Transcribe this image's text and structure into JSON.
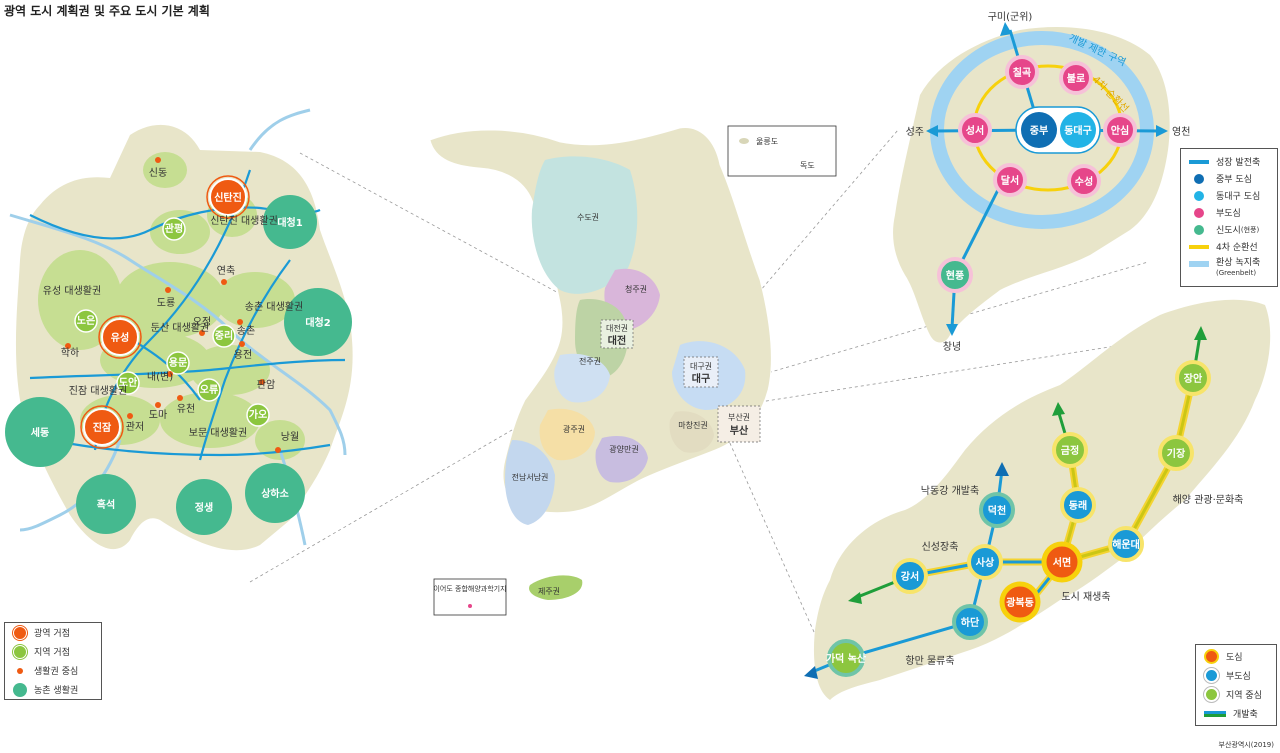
{
  "title": "광역 도시 계획권 및 주요 도시 기본 계획",
  "source": "부산광역시(2019)",
  "colors": {
    "land": "#e8e5c9",
    "green_zone": "#c6de92",
    "orange_node": "#ef5a12",
    "lime_node": "#8cc63f",
    "teal_node": "#45b98f",
    "axis_blue": "#1a9ad6",
    "ring_yellow": "#f7d10c",
    "greenbelt": "#9fd3f2",
    "pink_node": "#e6468a",
    "darkblue": "#0f6eb3",
    "green_axis": "#1f9e3a"
  },
  "daejeon": {
    "regional_hubs": [
      "신탄진",
      "유성",
      "진잠"
    ],
    "local_hubs": [
      "관평",
      "노은",
      "도안",
      "용문",
      "중리",
      "오류",
      "가오"
    ],
    "rural_areas": [
      "대청1",
      "대청2",
      "세동",
      "흑석",
      "정생",
      "상하소"
    ],
    "place_labels": [
      "신동",
      "신탄진 대생활권",
      "연축",
      "도룡",
      "유성 대생활권",
      "송촌 대생활권",
      "둔산 대생활권",
      "오정",
      "송촌",
      "학하",
      "용전",
      "내(변)",
      "진잠 대생활권",
      "판암",
      "도마",
      "유천",
      "관저",
      "보문 대생활권",
      "낭월"
    ],
    "legend": [
      {
        "label": "광역 거점",
        "icon": "orange-ring-circle"
      },
      {
        "label": "지역 거점",
        "icon": "lime-ring-circle"
      },
      {
        "label": "생활권 중심",
        "icon": "small-orange-dot"
      },
      {
        "label": "농촌 생활권",
        "icon": "teal-circle"
      }
    ]
  },
  "korea": {
    "regions": [
      "수도권",
      "청주권",
      "대전권",
      "대전",
      "전주권",
      "대구권",
      "대구",
      "광주권",
      "광양만권",
      "전남서남권",
      "마창진권",
      "부산권",
      "부산",
      "제주권"
    ],
    "inset_ulleung": {
      "island1": "울릉도",
      "island2": "독도"
    },
    "inset_ieodo": {
      "label": "이어도 종합해양과학기지"
    }
  },
  "daegu": {
    "directions": {
      "north": "구미(군위)",
      "west": "성주",
      "east": "영천",
      "south": "창녕"
    },
    "center_nodes": [
      "중부",
      "동대구"
    ],
    "sub_centers": [
      "칠곡",
      "불로",
      "안심",
      "수성",
      "달서",
      "성서"
    ],
    "new_town": "현풍",
    "zone_label": "개발 제한 구역",
    "ring_label": "4차 순환선",
    "legend": [
      {
        "label": "성장 발전축",
        "icon": "blue-bar"
      },
      {
        "label": "중부 도심",
        "icon": "darkblue-dot"
      },
      {
        "label": "동대구 도심",
        "icon": "lightblue-dot"
      },
      {
        "label": "부도심",
        "icon": "pink-dot"
      },
      {
        "label": "신도시",
        "sub": "(현풍)",
        "icon": "teal-dot"
      },
      {
        "label": "4차 순환선",
        "icon": "yellow-bar"
      },
      {
        "label": "환상 녹지축",
        "sub": "(Greenbelt)",
        "icon": "lightblue-bar"
      }
    ]
  },
  "busan": {
    "downtown": [
      "서면",
      "광복동"
    ],
    "sub_centers": [
      "덕천",
      "사상",
      "강서",
      "하단",
      "해운대"
    ],
    "local_centers": [
      "금정",
      "동래",
      "기장",
      "장안",
      "가덕 녹산"
    ],
    "axis_labels": [
      "낙동강 개발축",
      "신성장축",
      "도시 재생축",
      "항만 물류축",
      "해양 관광·문화축"
    ],
    "legend": [
      {
        "label": "도심",
        "icon": "orange-dot"
      },
      {
        "label": "부도심",
        "icon": "blue-dot"
      },
      {
        "label": "지역 중심",
        "icon": "green-dot"
      },
      {
        "label": "개발축",
        "icon": "blue-green-bar"
      }
    ]
  }
}
